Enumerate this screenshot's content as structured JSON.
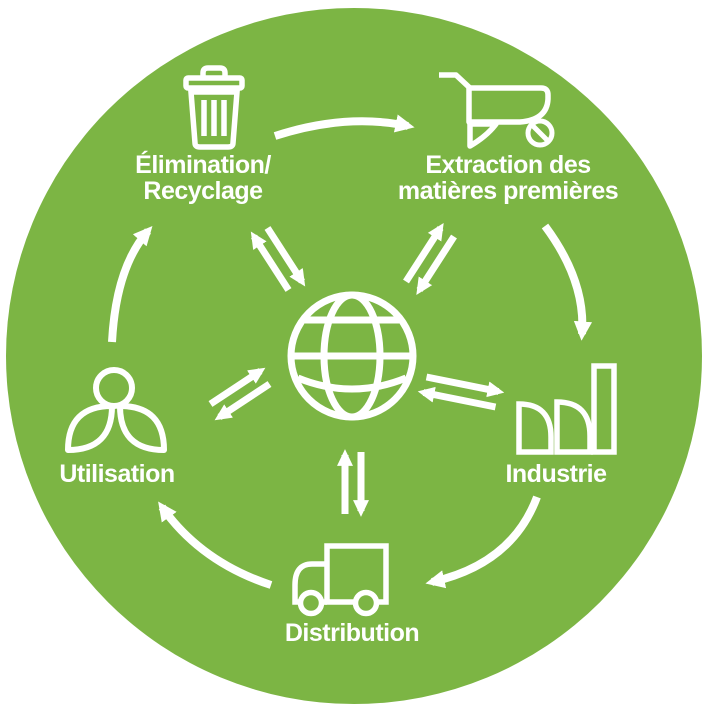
{
  "diagram": {
    "description": "Circular product life-cycle diagram (economie circulaire) with five stages around a central globe",
    "colors": {
      "circle_background": "#7cb544",
      "foreground": "#ffffff",
      "page_background": "#ffffff"
    },
    "center": {
      "icon": "globe-icon"
    },
    "nodes": [
      {
        "id": "elimination",
        "icon": "trash-icon",
        "lines": [
          "Élimination/",
          "Recyclage"
        ]
      },
      {
        "id": "extraction",
        "icon": "wheelbarrow-icon",
        "lines": [
          "Extraction des",
          "matières premières"
        ]
      },
      {
        "id": "industrie",
        "icon": "factory-icon",
        "lines": [
          "Industrie"
        ]
      },
      {
        "id": "distribution",
        "icon": "truck-icon",
        "lines": [
          "Distribution"
        ]
      },
      {
        "id": "utilisation",
        "icon": "person-leaves-icon",
        "lines": [
          "Utilisation"
        ]
      }
    ],
    "cycle_flow": [
      "elimination → extraction",
      "extraction → industrie",
      "industrie → distribution",
      "distribution → utilisation",
      "utilisation → elimination"
    ],
    "center_exchanges": [
      "globe ⇄ elimination",
      "globe ⇄ extraction",
      "globe ⇄ industrie",
      "globe ⇄ distribution",
      "globe ⇄ utilisation"
    ]
  }
}
